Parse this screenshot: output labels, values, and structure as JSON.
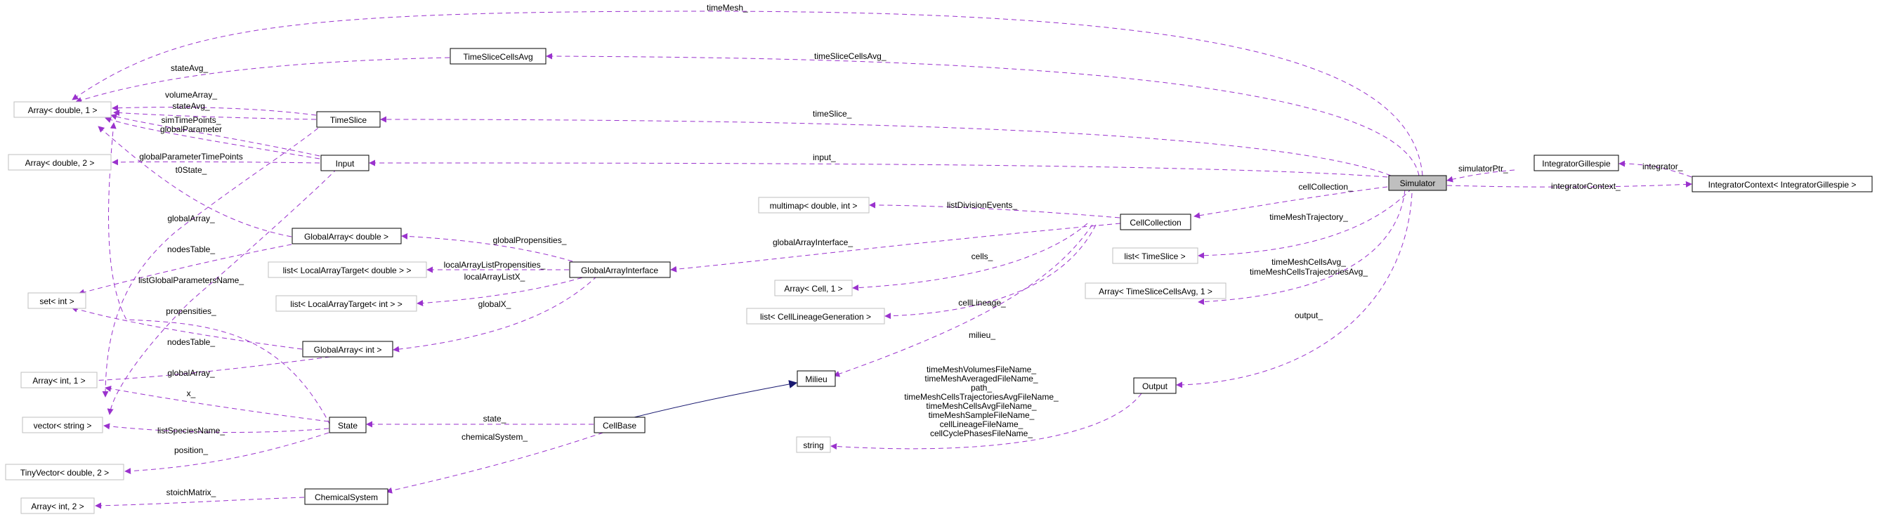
{
  "nodes": {
    "simulator": "Simulator",
    "time_slice_cells_avg": "TimeSliceCellsAvg",
    "array_double_1": "Array< double, 1 >",
    "time_slice": "TimeSlice",
    "input": "Input",
    "array_double_2": "Array< double, 2 >",
    "integrator_gillespie": "IntegratorGillespie",
    "integrator_context": "IntegratorContext< IntegratorGillespie >",
    "multimap": "multimap< double, int >",
    "cell_collection": "CellCollection",
    "global_array_double": "GlobalArray< double >",
    "global_array_interface": "GlobalArrayInterface",
    "list_target_double": "list< LocalArrayTarget< double > >",
    "list_target_int": "list< LocalArrayTarget< int > >",
    "list_time_slice": "list< TimeSlice >",
    "array_cell_1": "Array< Cell, 1 >",
    "array_tsca_1": "Array< TimeSliceCellsAvg, 1 >",
    "list_cell_lineage": "list< CellLineageGeneration >",
    "set_int": "set< int >",
    "global_array_int": "GlobalArray< int >",
    "array_int_1": "Array< int, 1 >",
    "milieu": "Milieu",
    "output": "Output",
    "vector_string": "vector< string >",
    "state": "State",
    "cell_base": "CellBase",
    "string": "string",
    "tiny_vector": "TinyVector< double, 2 >",
    "chemical_system": "ChemicalSystem",
    "array_int_2": "Array< int, 2 >"
  },
  "labels": {
    "time_mesh": "timeMesh_",
    "state_avg_tsca": "stateAvg_",
    "time_slice_cells_avg": "timeSliceCellsAvg_",
    "volume_array": "volumeArray_",
    "state_avg_ts": "stateAvg_",
    "time_slice": "timeSlice_",
    "sim_time_points": "simTimePoints_",
    "global_parameter": "globalParameter",
    "global_parameter_time_points": "globalParameterTimePoints",
    "input": "input_",
    "simulator_ptr": "simulatorPtr_",
    "integrator": "integrator_",
    "integrator_context": "integratorContext_",
    "t0_state": "t0State_",
    "cell_collection": "cellCollection_",
    "list_division_events": "listDivisionEvents_",
    "time_mesh_trajectory": "timeMeshTrajectory_",
    "global_array_d": "globalArray_",
    "global_propensities": "globalPropensities_",
    "global_array_interface": "globalArrayInterface_",
    "nodes_table_d": "nodesTable_",
    "local_array_list_propensities": "localArrayListPropensities_",
    "local_array_list_x": "localArrayListX_",
    "list_global_parameters_name": "listGlobalParametersName_",
    "cells": "cells_",
    "time_mesh_cells_avg": "timeMeshCellsAvg_",
    "time_mesh_cells_traj_avg": "timeMeshCellsTrajectoriesAvg_",
    "cell_lineage": "cellLineage_",
    "global_x": "globalX_",
    "propensities": "propensities_",
    "output": "output_",
    "nodes_table_i": "nodesTable_",
    "milieu": "milieu_",
    "global_array_i": "globalArray_",
    "x": "x_",
    "state": "state_",
    "list_species_name": "listSpeciesName_",
    "chemical_system": "chemicalSystem_",
    "position": "position_",
    "stoich_matrix": "stoichMatrix_",
    "string_fields": [
      "timeMeshVolumesFileName_",
      "timeMeshAveragedFileName_",
      "path_",
      "timeMeshCellsTrajectoriesAvgFileName_",
      "timeMeshCellsAvgFileName_",
      "timeMeshSampleFileName_",
      "cellLineageFileName_",
      "cellCyclePhasesFileName_"
    ]
  },
  "colors": {
    "usage_edge": "#9a32cd",
    "inheritance_edge": "#191970",
    "focus_fill": "#bfbfbf",
    "external_border": "#bfbfbf"
  }
}
